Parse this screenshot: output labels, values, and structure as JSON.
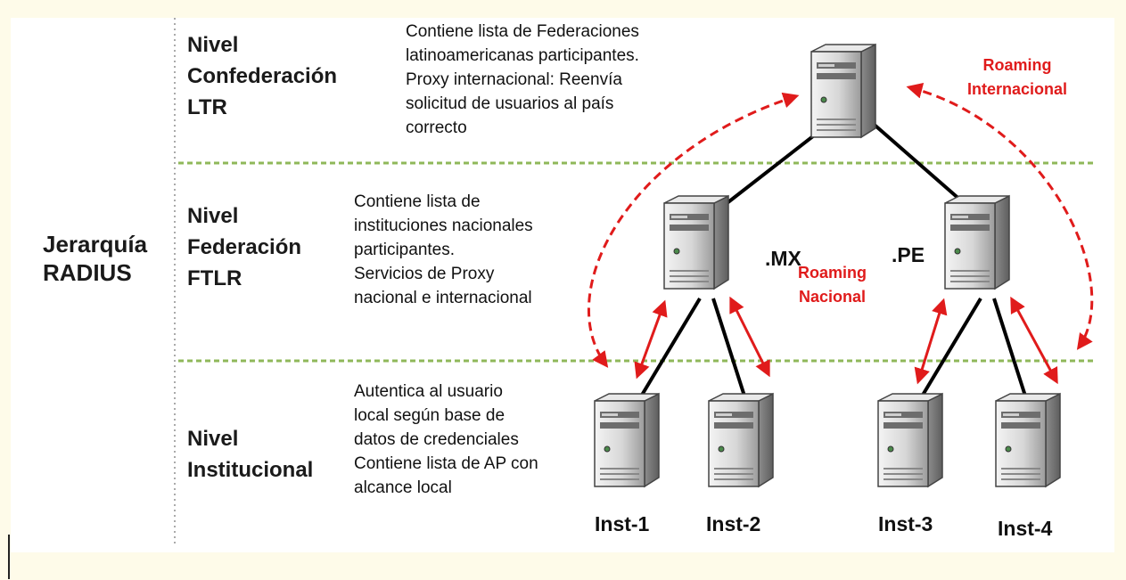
{
  "hierarchy_label": [
    "Jerarquía",
    "RADIUS"
  ],
  "levels": [
    {
      "title": [
        "Nivel",
        "Confederación",
        "LTR"
      ],
      "description": [
        "Contiene lista de Federaciones",
        "latinoamericanas participantes.",
        "Proxy internacional: Reenvía",
        "solicitud de usuarios al país",
        "correcto"
      ]
    },
    {
      "title": [
        "Nivel",
        "Federación",
        "FTLR"
      ],
      "description": [
        "Contiene lista de",
        "instituciones nacionales",
        "participantes.",
        "Servicios de Proxy",
        "nacional e internacional"
      ]
    },
    {
      "title": [
        "Nivel",
        "Institucional"
      ],
      "description": [
        "Autentica al usuario",
        "local según base de",
        "datos de  credenciales",
        "Contiene lista de AP con",
        "alcance local"
      ]
    }
  ],
  "national_servers": [
    ".MX",
    ".PE"
  ],
  "roaming_national": [
    "Roaming",
    "Nacional"
  ],
  "roaming_international": [
    "Roaming",
    "Internacional"
  ],
  "institutions": [
    "Inst-1",
    "Inst-2",
    "Inst-3",
    "Inst-4"
  ],
  "colors": {
    "arrow": "#e01b1b",
    "separator": "#8fb85a",
    "tree_line": "#000000",
    "background": "#fefbe9"
  },
  "icons": {
    "server": "server-icon"
  }
}
